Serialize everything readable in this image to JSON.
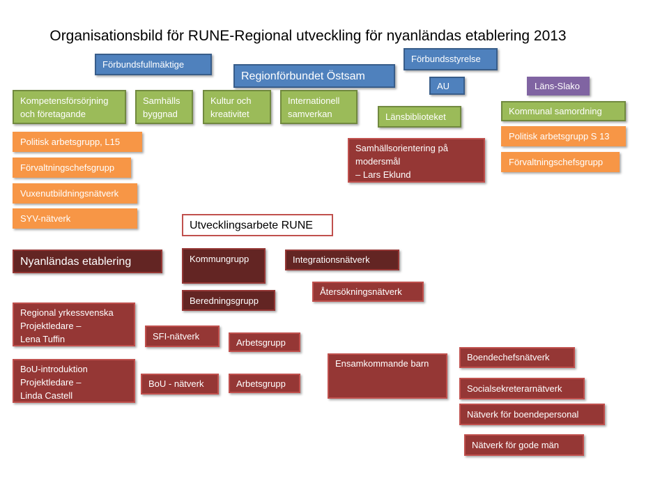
{
  "title": "Organisationsbild för RUNE-Regional utveckling för nyanländas etablering  2013",
  "nodes": {
    "forbundsfullmaktige": "Förbundsfullmäktige",
    "regionforbundet": "Regionförbundet Östsam",
    "forbundsstyrelse": "Förbundsstyrelse",
    "au": "AU",
    "lans_slako": "Läns-Slako",
    "kompetens": "Kompetensförsörjning\noch företagande",
    "samhallsbyggnad": "Samhälls\nbyggnad",
    "kultur": "Kultur och\nkreativitet",
    "internationell": "Internationell\nsamverkan",
    "lansbiblioteket": "Länsbiblioteket",
    "kommunal_samordning": "Kommunal samordning",
    "politisk_l15": "Politisk arbetsgrupp, L15",
    "forvaltning_left": "Förvaltningschefsgrupp",
    "vuxenutbildning": "Vuxenutbildningsnätverk",
    "syv": "SYV-nätverk",
    "politisk_s13": "Politisk arbetsgrupp S 13",
    "forvaltning_right": "Förvaltningschefsgrupp",
    "samhallsorientering": "Samhällsorientering på\nmodersmål\n  – Lars Eklund",
    "utvecklingsarbete": "Utvecklingsarbete RUNE",
    "nyanlandas": "Nyanländas etablering",
    "kommungrupp": "Kommungrupp",
    "integrationsnatverk": "Integrationsnätverk",
    "atersokningsnatverk": "Återsökningsnätverk",
    "beredningsgrupp": "Beredningsgrupp",
    "regional_yrkessvenska": "Regional yrkessvenska\nProjektledare –\nLena Tuffin",
    "sfi": "SFI-nätverk",
    "arbetsgrupp_1": "Arbetsgrupp",
    "bou_introduktion": "BoU-introduktion\nProjektledare –\nLinda Castell",
    "bou_natverk": "BoU - nätverk",
    "arbetsgrupp_2": "Arbetsgrupp",
    "ensamkommande": "Ensamkommande barn",
    "boendechefsnatverk": "Boendechefsnätverk",
    "socialsekreterarnatverk": "Socialsekreterarnätverk",
    "boendepersonal": "Nätverk för boendepersonal",
    "gode_man": "Nätverk för gode män"
  },
  "colors": {
    "blue": "#4f81bd",
    "green": "#9bbb59",
    "orange": "#f79646",
    "red": "#953735",
    "dark_red": "#632523",
    "purple": "#8064a2",
    "outline": "#c0504d"
  }
}
